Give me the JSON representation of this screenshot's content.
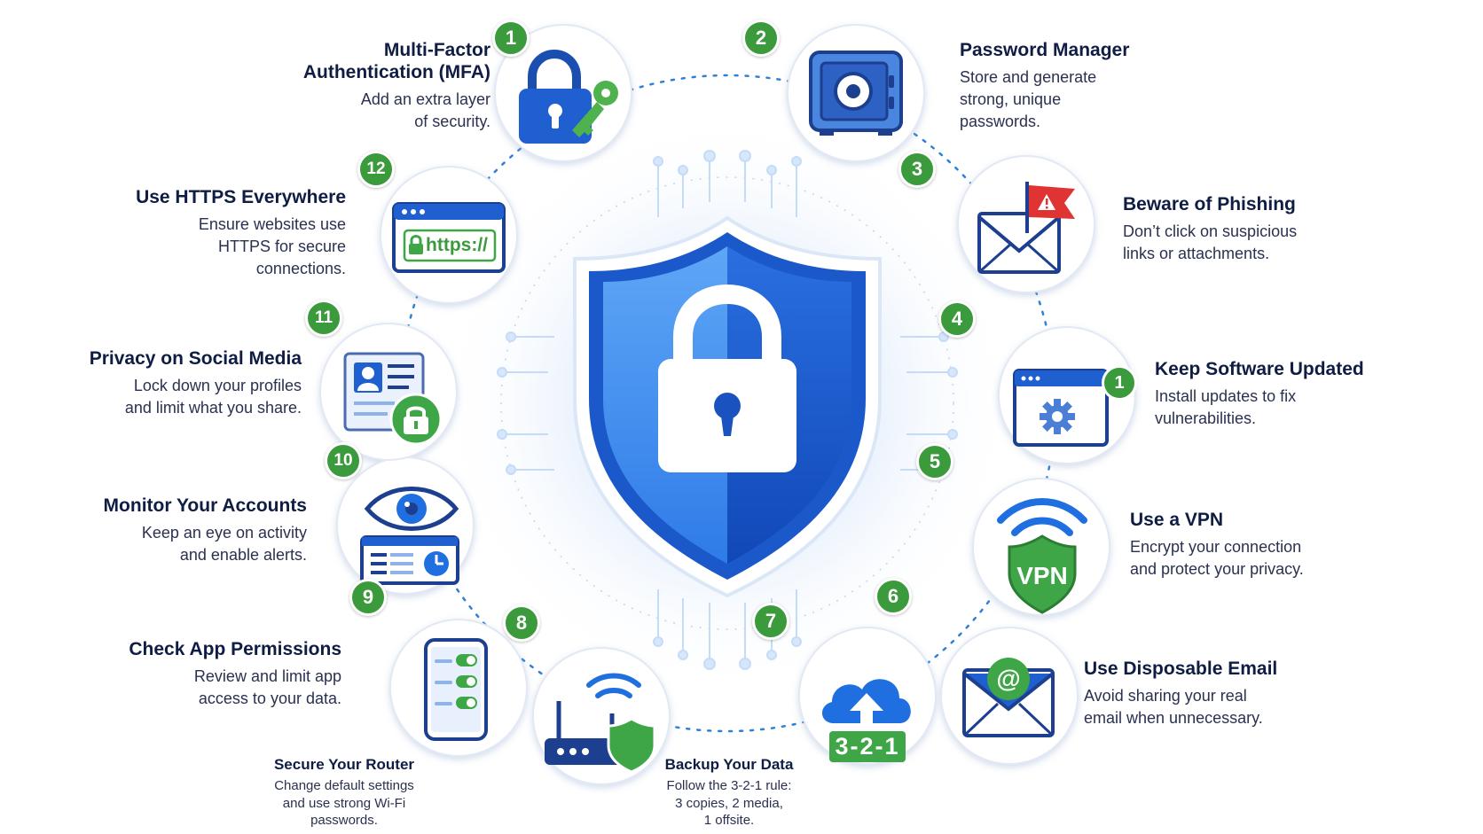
{
  "items": [
    {
      "number": "1",
      "title_lines": [
        "Multi-Factor",
        "Authentication (MFA)"
      ],
      "desc_lines": [
        "Add an extra layer",
        "of security."
      ],
      "icon": "padlock-key-icon"
    },
    {
      "number": "2",
      "title_lines": [
        "Password Manager"
      ],
      "desc_lines": [
        "Store and generate",
        "strong, unique",
        "passwords."
      ],
      "icon": "safe-icon"
    },
    {
      "number": "3",
      "title_lines": [
        "Beware of Phishing"
      ],
      "desc_lines": [
        "Don’t click on suspicious",
        "links or attachments."
      ],
      "icon": "phishing-envelope-icon"
    },
    {
      "number": "4",
      "title_lines": [
        "Keep Software Updated"
      ],
      "desc_lines": [
        "Install updates to fix",
        "vulnerabilities."
      ],
      "icon": "software-update-icon",
      "badge": "1"
    },
    {
      "number": "5",
      "title_lines": [
        "Use a VPN"
      ],
      "desc_lines": [
        "Encrypt your connection",
        "and protect your privacy."
      ],
      "icon": "vpn-shield-icon",
      "label": "VPN"
    },
    {
      "number": "6",
      "title_lines": [
        "Use Disposable Email"
      ],
      "desc_lines": [
        "Avoid sharing your real",
        "email when unnecessary."
      ],
      "icon": "email-at-icon",
      "label": "@"
    },
    {
      "number": "7",
      "title_lines": [
        "Backup Your Data"
      ],
      "desc_lines": [
        "Follow the 3-2-1 rule:",
        "3 copies, 2 media,",
        "1 offsite."
      ],
      "icon": "cloud-backup-icon",
      "label": "3-2-1"
    },
    {
      "number": "8",
      "title_lines": [
        "Secure Your Router"
      ],
      "desc_lines": [
        "Change default settings",
        "and use strong Wi-Fi",
        "passwords."
      ],
      "icon": "router-shield-icon"
    },
    {
      "number": "9",
      "title_lines": [
        "Check App Permissions"
      ],
      "desc_lines": [
        "Review and limit app",
        "access to your data."
      ],
      "icon": "phone-toggles-icon"
    },
    {
      "number": "10",
      "title_lines": [
        "Monitor Your Accounts"
      ],
      "desc_lines": [
        "Keep an eye on activity",
        "and enable alerts."
      ],
      "icon": "eye-dashboard-icon"
    },
    {
      "number": "11",
      "title_lines": [
        "Privacy on Social Media"
      ],
      "desc_lines": [
        "Lock down your profiles",
        "and limit what you share."
      ],
      "icon": "profile-lock-icon"
    },
    {
      "number": "12",
      "title_lines": [
        "Use HTTPS Everywhere"
      ],
      "desc_lines": [
        "Ensure websites use",
        "HTTPS for secure",
        "connections."
      ],
      "icon": "https-browser-icon",
      "label": "https://"
    }
  ],
  "center": {
    "icon": "shield-padlock-icon"
  },
  "colors": {
    "badge_green": "#3a9a3c",
    "ring_dots": "#2f7fd6",
    "circle_border": "#dfe6f2",
    "shield_light": "#3f8ff0",
    "shield_dark": "#1756cc",
    "navy": "#1f3f9e",
    "icon_blue": "#1f6fe0",
    "icon_green": "#3ea646",
    "alert_red": "#e03434"
  }
}
